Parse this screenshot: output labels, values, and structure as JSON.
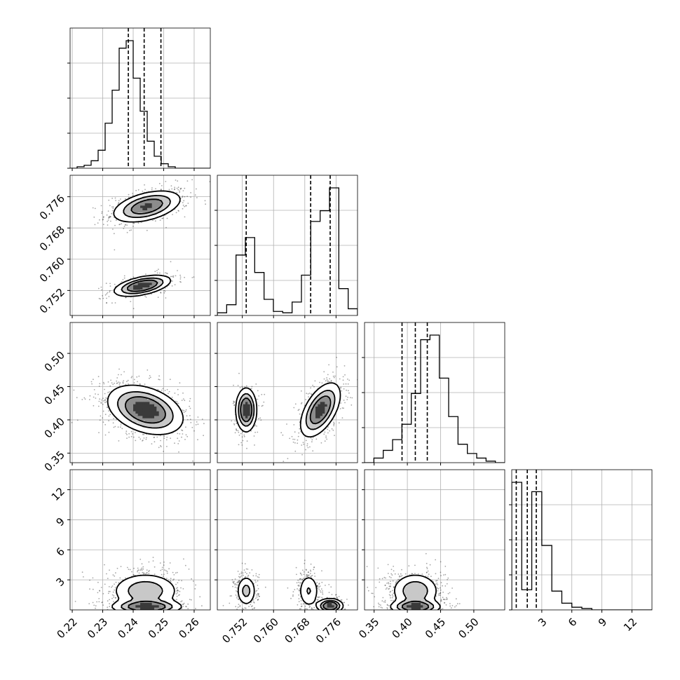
{
  "chart_data": {
    "type": "corner",
    "grid": true,
    "parameters": [
      {
        "ticks": [
          "0.22",
          "0.23",
          "0.24",
          "0.25",
          "0.26"
        ],
        "tick_values": [
          0.22,
          0.23,
          0.24,
          0.25,
          0.26
        ],
        "range": [
          0.2193,
          0.2653
        ]
      },
      {
        "ticks": [
          "0.752",
          "0.760",
          "0.768",
          "0.776"
        ],
        "tick_values": [
          0.752,
          0.76,
          0.768,
          0.776
        ],
        "range": [
          0.7456,
          0.7815
        ]
      },
      {
        "ticks": [
          "0.35",
          "0.40",
          "0.45",
          "0.50"
        ],
        "tick_values": [
          0.35,
          0.4,
          0.45,
          0.5
        ],
        "range": [
          0.3356,
          0.5465
        ]
      },
      {
        "ticks": [
          "3",
          "6",
          "9",
          "12"
        ],
        "tick_values": [
          3,
          6,
          9,
          12
        ],
        "range": [
          0.0,
          14.0
        ]
      }
    ],
    "quantiles": [
      [
        0.2384,
        0.2436,
        0.2491
      ],
      [
        0.753,
        0.7695,
        0.7745
      ],
      [
        0.392,
        0.412,
        0.43
      ],
      [
        0.45,
        1.55,
        2.45
      ]
    ],
    "histograms": [
      {
        "counts": [
          0,
          1,
          2,
          5,
          12,
          30,
          52,
          80,
          85,
          60,
          38,
          18,
          8,
          3,
          1,
          0,
          0,
          0,
          0,
          0
        ],
        "max": 85
      },
      {
        "counts": [
          2,
          8,
          45,
          58,
          32,
          12,
          3,
          2,
          10,
          30,
          70,
          78,
          95,
          20,
          5
        ],
        "max": 95
      },
      {
        "counts": [
          0,
          3,
          8,
          15,
          25,
          45,
          80,
          83,
          55,
          30,
          12,
          6,
          3,
          1,
          0
        ],
        "max": 83
      },
      {
        "counts": [
          95,
          15,
          88,
          48,
          14,
          5,
          2,
          1,
          0,
          0,
          0,
          0,
          0,
          0
        ],
        "max": 95
      }
    ],
    "pairs": [
      {
        "row": 1,
        "col": 0,
        "clusters": [
          {
            "cx": 0.2445,
            "cy": 0.7735,
            "sx": 0.0055,
            "sy": 0.002,
            "rho": 0.45,
            "w": 0.62
          },
          {
            "cx": 0.243,
            "cy": 0.7532,
            "sx": 0.0045,
            "sy": 0.0013,
            "rho": 0.5,
            "w": 0.38
          }
        ]
      },
      {
        "row": 2,
        "col": 0,
        "clusters": [
          {
            "cx": 0.244,
            "cy": 0.415,
            "sx": 0.006,
            "sy": 0.018,
            "rho": -0.35,
            "w": 1.0
          }
        ]
      },
      {
        "row": 2,
        "col": 1,
        "clusters": [
          {
            "cx": 0.753,
            "cy": 0.415,
            "sx": 0.0013,
            "sy": 0.016,
            "rho": 0.0,
            "w": 0.35
          },
          {
            "cx": 0.772,
            "cy": 0.415,
            "sx": 0.0025,
            "sy": 0.02,
            "rho": 0.55,
            "w": 0.65
          }
        ]
      },
      {
        "row": 3,
        "col": 0,
        "clusters": [
          {
            "cx": 0.244,
            "cy": 1.9,
            "sx": 0.0055,
            "sy": 0.9,
            "rho": 0.0,
            "w": 0.6
          },
          {
            "cx": 0.2445,
            "cy": 0.3,
            "sx": 0.0055,
            "sy": 0.35,
            "rho": 0.0,
            "w": 0.4
          }
        ]
      },
      {
        "row": 3,
        "col": 1,
        "clusters": [
          {
            "cx": 0.753,
            "cy": 1.9,
            "sx": 0.0013,
            "sy": 0.8,
            "rho": 0.0,
            "w": 0.3
          },
          {
            "cx": 0.769,
            "cy": 1.9,
            "sx": 0.0014,
            "sy": 0.9,
            "rho": 0.0,
            "w": 0.3
          },
          {
            "cx": 0.7745,
            "cy": 0.4,
            "sx": 0.0016,
            "sy": 0.35,
            "rho": 0.0,
            "w": 0.4
          }
        ]
      },
      {
        "row": 3,
        "col": 2,
        "clusters": [
          {
            "cx": 0.412,
            "cy": 1.9,
            "sx": 0.018,
            "sy": 0.9,
            "rho": 0.0,
            "w": 0.6
          },
          {
            "cx": 0.412,
            "cy": 0.3,
            "sx": 0.018,
            "sy": 0.35,
            "rho": 0.0,
            "w": 0.4
          }
        ]
      }
    ]
  }
}
